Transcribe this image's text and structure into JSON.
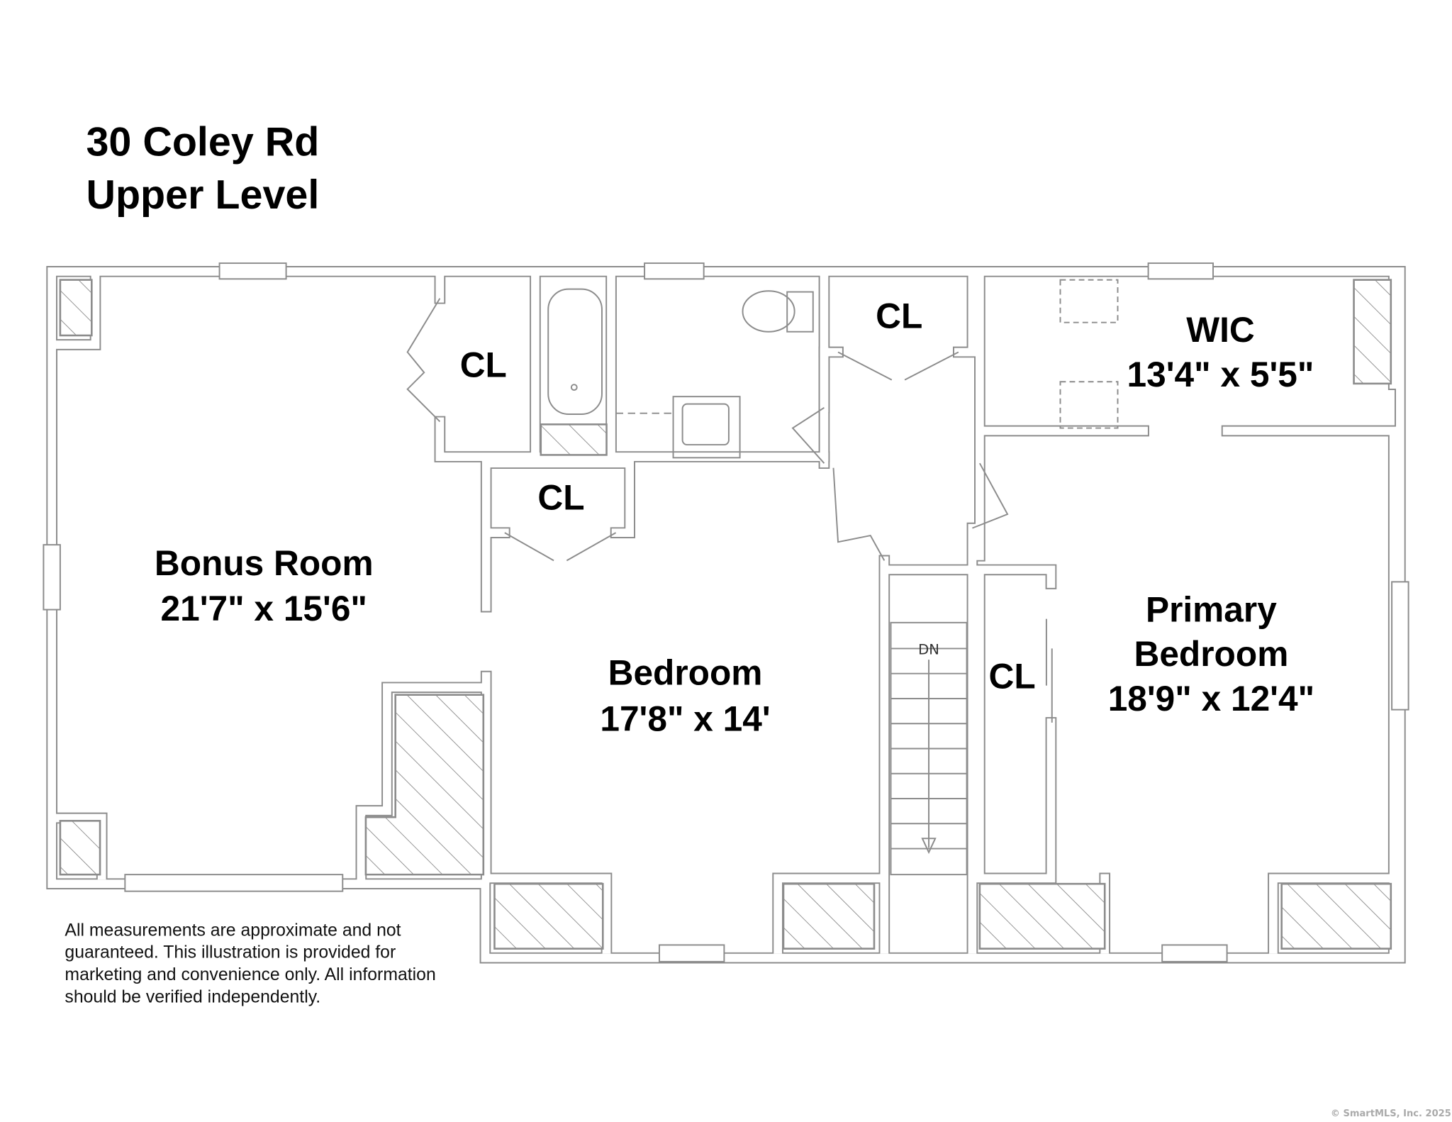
{
  "header": {
    "address": "30 Coley Rd",
    "level": "Upper Level"
  },
  "rooms": {
    "bonus": {
      "name": "Bonus Room",
      "size": "21'7\" x 15'6\""
    },
    "bedroom": {
      "name": "Bedroom",
      "size": "17'8\" x 14'"
    },
    "primary": {
      "name_line1": "Primary",
      "name_line2": "Bedroom",
      "size": "18'9\" x 12'4\""
    },
    "wic": {
      "name": "WIC",
      "size": "13'4\" x 5'5\""
    },
    "closet_bonus": "CL",
    "closet_bedroom": "CL",
    "closet_hall": "CL",
    "closet_primary": "CL"
  },
  "stairs": {
    "label": "DN"
  },
  "disclaimer": [
    "All measurements are approximate and not",
    "guaranteed. This illustration is provided for",
    "marketing and convenience only. All information",
    "should be verified independently."
  ],
  "copyright": "© SmartMLS, Inc.  2025"
}
